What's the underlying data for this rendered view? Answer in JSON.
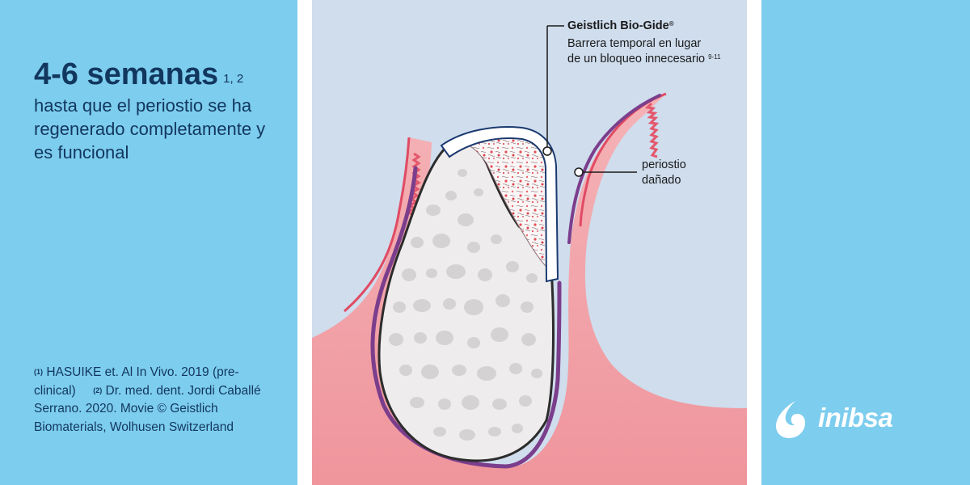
{
  "heading": {
    "text": "4-6 semanas",
    "refs": "1, 2"
  },
  "subtitle": "hasta que el periostio se ha regenerado completamente y es funcional",
  "references": {
    "ref1_marker": "(1)",
    "ref1_text": "HASUIKE et. Al In Vivo. 2019 (pre-clinical)",
    "ref2_marker": "(2)",
    "ref2_text": "Dr. med. dent. Jordi Caballé Serrano. 2020. Movie © Geistlich Biomaterials, Wolhusen Switzerland"
  },
  "diagram": {
    "membrane_label": "Geistlich Bio-Gide",
    "membrane_mark": "®",
    "membrane_desc_line1": "Barrera temporal en lugar",
    "membrane_desc_line2": "de un bloqueo innecesario",
    "membrane_desc_refs": "9-11",
    "periosteum_line1": "periostio",
    "periosteum_line2": "dañado"
  },
  "logo": {
    "text": "inibsa"
  },
  "colors": {
    "panel_blue": "#7dcdee",
    "heading_navy": "#12375e",
    "diagram_background": "#cfdded",
    "gum_pink": "#f2a3a8",
    "periosteum_purple": "#7b3e8c",
    "bone_gray": "#eeecec",
    "membrane_blue": "#1b3a70"
  },
  "icons": {
    "logo_mark": "inibsa-drop-logo-icon"
  }
}
